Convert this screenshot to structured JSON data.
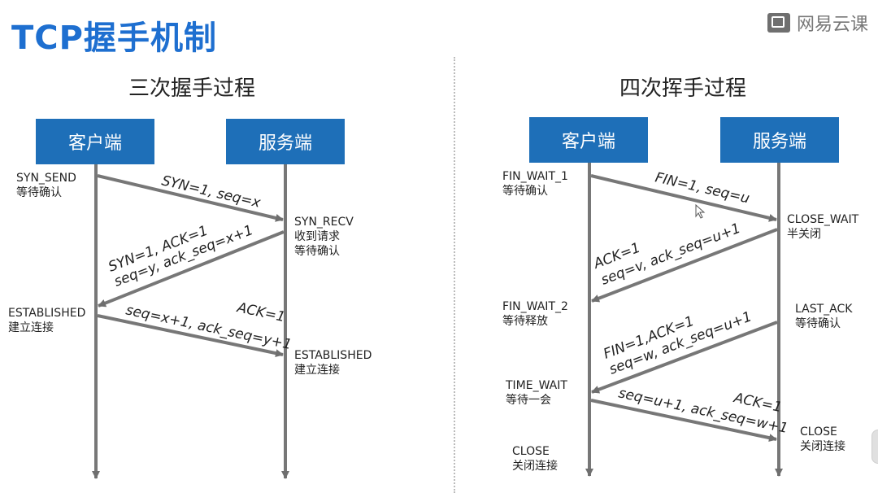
{
  "title": "TCP握手机制",
  "brand": "网易云课",
  "three_way": {
    "title": "三次握手过程",
    "client": "客户端",
    "server": "服务端",
    "states": {
      "syn_send": [
        "SYN_SEND",
        "等待确认"
      ],
      "syn_recv": [
        "SYN_RECV",
        "收到请求",
        "等待确认"
      ],
      "est_client": [
        "ESTABLISHED",
        "建立连接"
      ],
      "est_server": [
        "ESTABLISHED",
        "建立连接"
      ]
    },
    "messages": {
      "m1": "SYN=1, seq=x",
      "m2a": "SYN=1, ACK=1",
      "m2b": "seq=y, ack_seq=x+1",
      "m3a": "ACK=1",
      "m3b": "seq=x+1, ack_seq=y+1"
    }
  },
  "four_way": {
    "title": "四次挥手过程",
    "client": "客户端",
    "server": "服务端",
    "states": {
      "fin_wait_1": [
        "FIN_WAIT_1",
        "等待确认"
      ],
      "close_wait": [
        "CLOSE_WAIT",
        "半关闭"
      ],
      "fin_wait_2": [
        "FIN_WAIT_2",
        "等待释放"
      ],
      "last_ack": [
        "LAST_ACK",
        "等待确认"
      ],
      "time_wait": [
        "TIME_WAIT",
        "等待一会"
      ],
      "close_server": [
        "CLOSE",
        "关闭连接"
      ],
      "close_client": [
        "CLOSE",
        "关闭连接"
      ]
    },
    "messages": {
      "m1": "FIN=1, seq=u",
      "m2a": "ACK=1",
      "m2b": "seq=v, ack_seq=u+1",
      "m3a": "FIN=1,ACK=1",
      "m3b": "seq=w, ack_seq=u+1",
      "m4a": "ACK=1",
      "m4b": "seq=u+1, ack_seq=w+1"
    }
  }
}
